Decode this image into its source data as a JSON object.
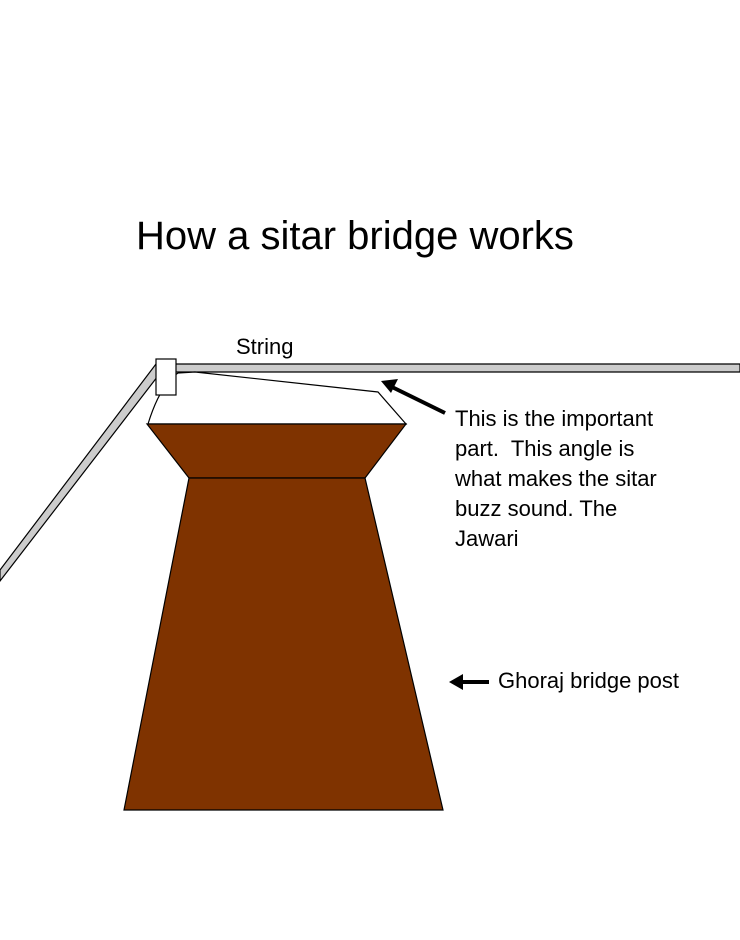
{
  "title": "How a sitar bridge works",
  "labels": {
    "string": "String",
    "jawari_note": "This is the important\npart.  This angle is\nwhat makes the sitar\nbuzz sound. The\nJawari",
    "bridge_post": "Ghoraj bridge post"
  },
  "colors": {
    "bridge_wood": "#7f3300",
    "string": "#cccccc",
    "outline": "#000000",
    "background": "#ffffff"
  }
}
